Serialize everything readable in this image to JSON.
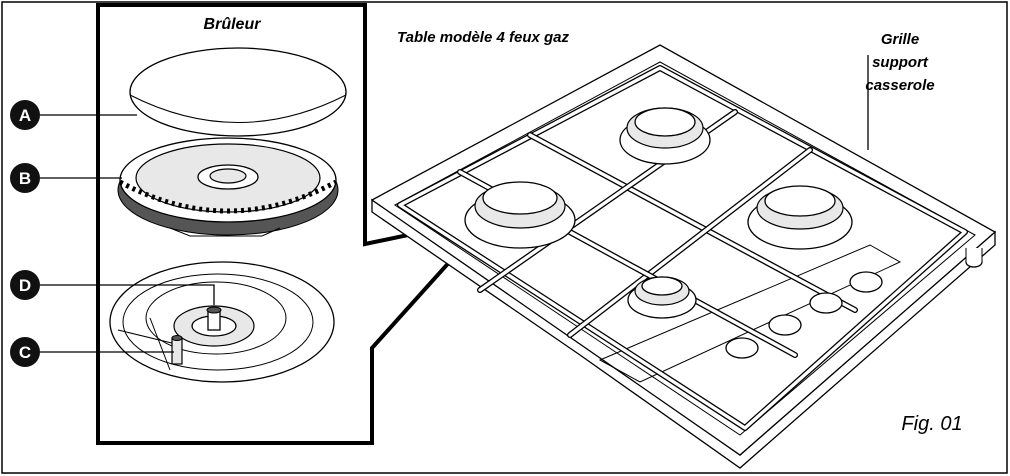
{
  "labels": {
    "burner_title": "Brûleur",
    "hob_title": "Table modèle 4 feux gaz",
    "grille_line1": "Grille",
    "grille_line2": "support",
    "grille_line3": "casserole",
    "figure": "Fig. 01"
  },
  "callouts": [
    {
      "letter": "A"
    },
    {
      "letter": "B"
    },
    {
      "letter": "D"
    },
    {
      "letter": "C"
    }
  ],
  "colors": {
    "badge": "#111111",
    "line": "#000000",
    "background": "#ffffff"
  }
}
